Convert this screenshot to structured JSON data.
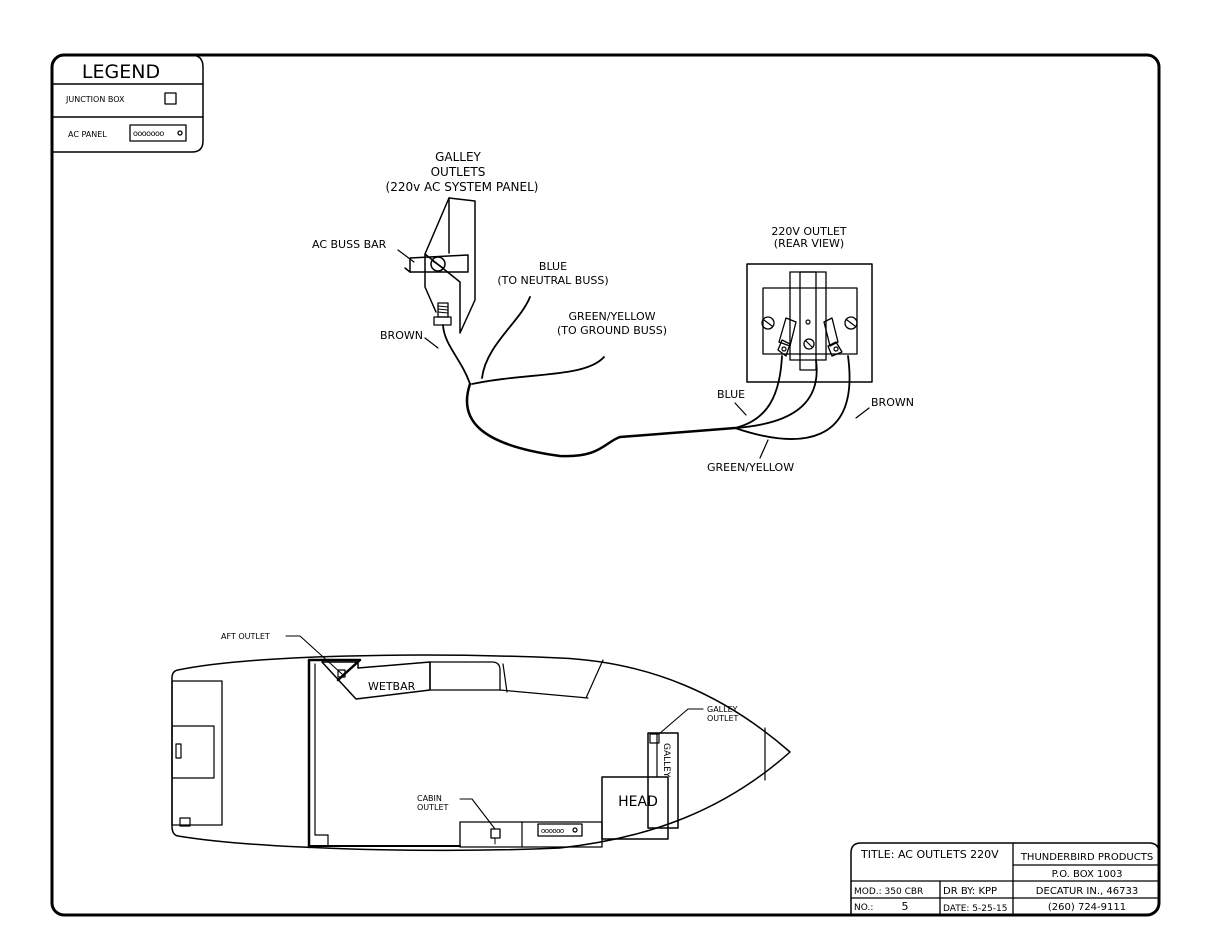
{
  "legend": {
    "title": "LEGEND",
    "junction_box": "JUNCTION BOX",
    "ac_panel": "AC PANEL"
  },
  "panel": {
    "title_lines": [
      "GALLEY",
      "OUTLETS",
      "(220v AC SYSTEM PANEL)"
    ],
    "buss_bar": "AC BUSS BAR",
    "brown": "BROWN",
    "blue_lines": [
      "BLUE",
      "(TO NEUTRAL BUSS)"
    ],
    "green_lines": [
      "GREEN/YELLOW",
      "(TO GROUND BUSS)"
    ]
  },
  "outlet": {
    "title_lines": [
      "220V OUTLET",
      "(REAR VIEW)"
    ],
    "blue": "BLUE",
    "brown": "BROWN",
    "green": "GREEN/YELLOW"
  },
  "boat": {
    "aft_outlet": "AFT OUTLET",
    "wetbar": "WETBAR",
    "galley_outlet_lines": [
      "GALLEY",
      "OUTLET"
    ],
    "galley": "GALLEY",
    "cabin_outlet_lines": [
      "CABIN",
      "OUTLET"
    ],
    "head": "HEAD"
  },
  "title_block": {
    "title": "TITLE: AC OUTLETS 220V",
    "company": "THUNDERBIRD PRODUCTS",
    "po_box": "P.O. BOX 1003",
    "address": "DECATUR IN., 46733",
    "phone": "(260) 724-9111",
    "model": "MOD.: 350 CBR",
    "drawn_by": "DR BY: KPP",
    "number_label": "NO.:",
    "number_value": "5",
    "date": "DATE: 5-25-15"
  }
}
